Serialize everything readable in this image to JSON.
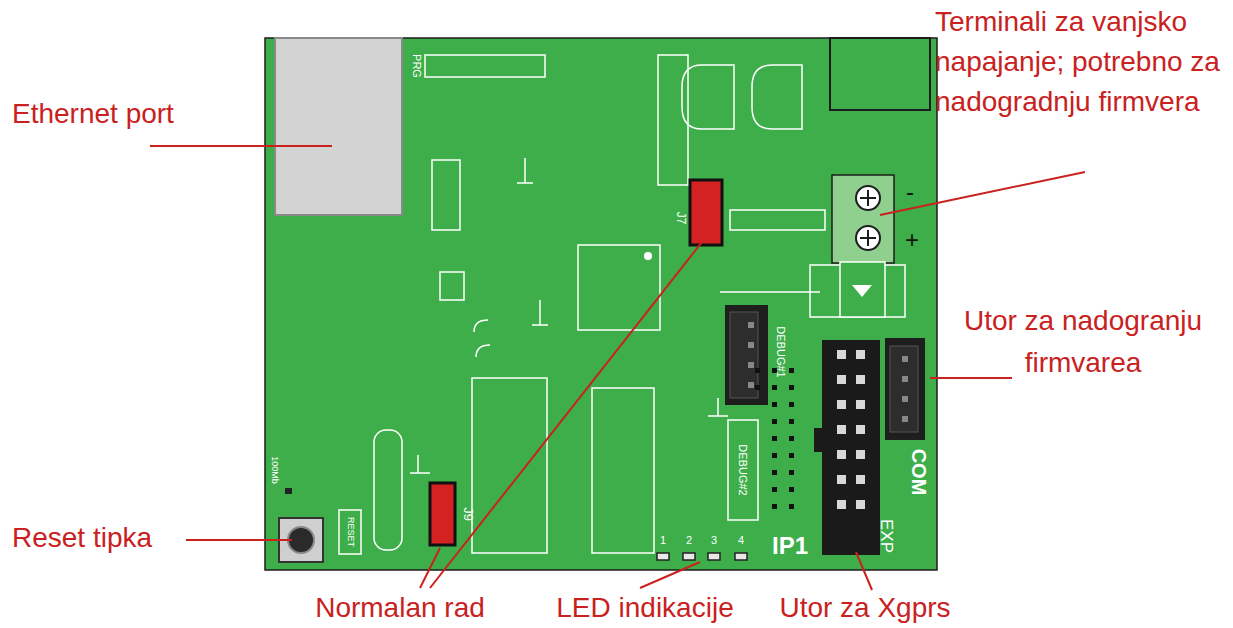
{
  "diagram": {
    "labels": [
      "Ethernet port",
      "Terminali za vanjsko napajanje; potrebno za nadogradnju firmvera",
      "Utor za nadogranju firmvarea",
      "Reset tipka",
      "Normalan rad",
      "LED indikacije",
      "Utor za Xgprs",
      "PRG",
      "J7",
      "J9",
      "RESET",
      "100Mb",
      "DEBUG#1",
      "DEBUG#2",
      "1",
      "2",
      "3",
      "4",
      "IP1",
      "COM",
      "EXP",
      "-",
      "+"
    ]
  }
}
